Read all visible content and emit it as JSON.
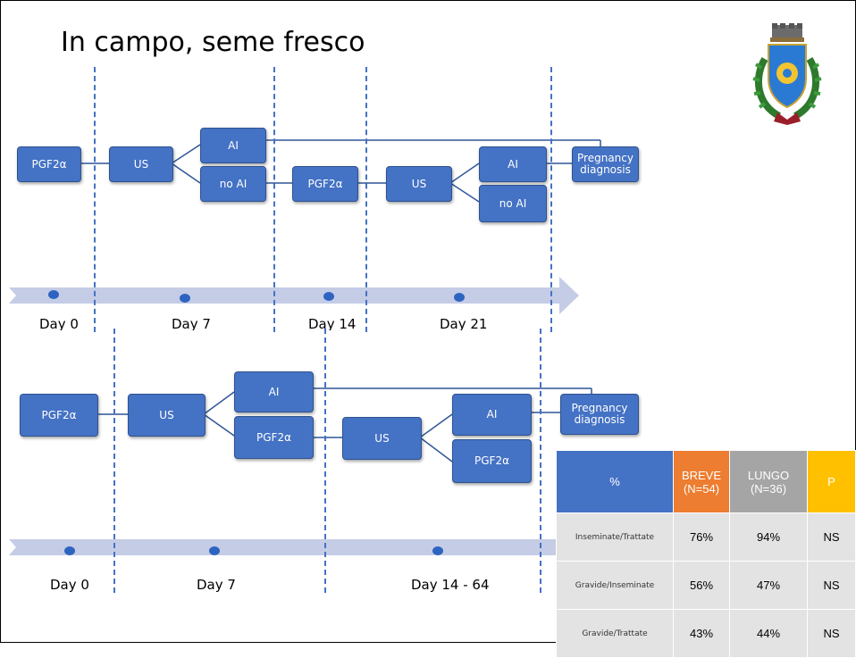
{
  "title": "In campo, seme fresco",
  "top_diagram": {
    "boxes": {
      "pgf1": "PGF2α",
      "us1": "US",
      "ai1": "AI",
      "noai1": "no AI",
      "pgf2": "PGF2α",
      "us2": "US",
      "ai2": "AI",
      "noai2": "no AI",
      "preg": "Pregnancy diagnosis"
    },
    "days": [
      "Day 0",
      "Day 7",
      "Day 14",
      "Day 21"
    ]
  },
  "bottom_diagram": {
    "boxes": {
      "pgf1": "PGF2α",
      "us1": "US",
      "ai1": "AI",
      "pgf2": "PGF2α",
      "us2": "US",
      "ai2": "AI",
      "pgf3": "PGF2α",
      "preg": "Pregnancy diagnosis"
    },
    "days": [
      "Day 0",
      "Day 7",
      "Day 14 - 64"
    ]
  },
  "results_table": {
    "headers": [
      "%",
      "BREVE (N=54)",
      "LUNGO (N=36)",
      "P"
    ],
    "header_colors": [
      "#4472c4",
      "#ed7d31",
      "#a5a5a5",
      "#ffc000"
    ],
    "rows": [
      {
        "label": "Inseminate/Trattate",
        "breve": "76%",
        "lungo": "94%",
        "p": "NS"
      },
      {
        "label": "Gravide/Inseminate",
        "breve": "56%",
        "lungo": "47%",
        "p": "NS"
      },
      {
        "label": "Gravide/Trattate",
        "breve": "43%",
        "lungo": "44%",
        "p": "NS"
      }
    ]
  },
  "colors": {
    "box": "#4472c4",
    "timeline": "#c5cce6",
    "dot": "#2e64c0"
  }
}
